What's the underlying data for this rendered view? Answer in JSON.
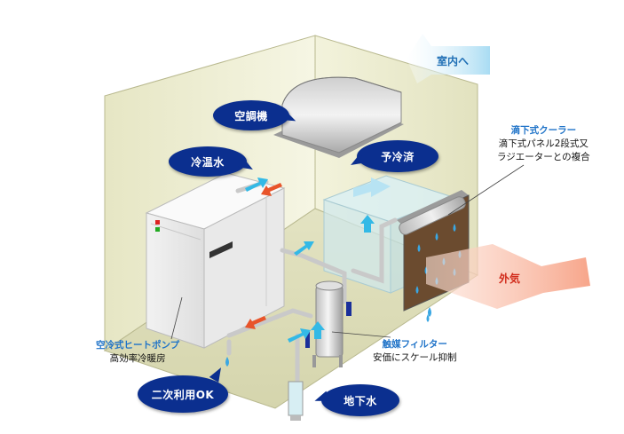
{
  "bubbles": {
    "kuchoki": "空調機",
    "reionsui": "冷温水",
    "yoreizai": "予冷済",
    "niji_riyo": "二次利用OK",
    "chikasui": "地下水"
  },
  "arrows": {
    "shitsunai": "室内へ",
    "gaiki": "外気"
  },
  "labels": {
    "heat_pump": {
      "title": "空冷式ヒートポンプ",
      "sub": "高効率冷暖房"
    },
    "filter": {
      "title": "触媒フィルター",
      "sub": "安価にスケール抑制"
    },
    "cooler": {
      "title": "滴下式クーラー",
      "sub1": "滴下式パネル2段式又",
      "sub2": "ラジエーターとの複合"
    }
  },
  "colors": {
    "bubble": "#0b2f8f",
    "label_title": "#1f73c8",
    "cold_arrow": "#33b9e6",
    "warm_arrow": "#e8542a",
    "room_wall": "#f1f1d6"
  }
}
